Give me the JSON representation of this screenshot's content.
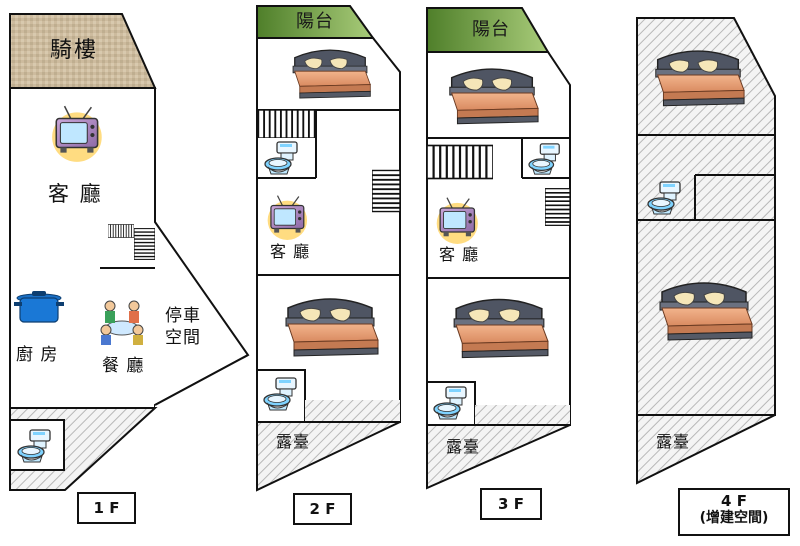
{
  "floors": {
    "f1": {
      "label": "1 F",
      "arcade": "騎樓",
      "living_room": "客 廳",
      "kitchen": "廚 房",
      "dining": "餐 廳",
      "parking": "停車\n空間"
    },
    "f2": {
      "label": "2 F",
      "balcony": "陽台",
      "living_room": "客 廳",
      "terrace": "露臺"
    },
    "f3": {
      "label": "3 F",
      "balcony": "陽台",
      "living_room": "客 廳",
      "terrace": "露臺"
    },
    "f4": {
      "label": "4 F",
      "note": "(增建空間)",
      "terrace": "露臺"
    }
  },
  "colors": {
    "balcony_green": "#6a9a3a",
    "arcade_texture": "#cdbb9e",
    "bed_frame": "#555a66",
    "bed_cover": "#e8a37a",
    "hatch": "#bdbdbd"
  },
  "icons": [
    "tv-icon",
    "bed-icon",
    "toilet-icon",
    "pot-icon",
    "dining-people-icon",
    "stairs-icon"
  ]
}
